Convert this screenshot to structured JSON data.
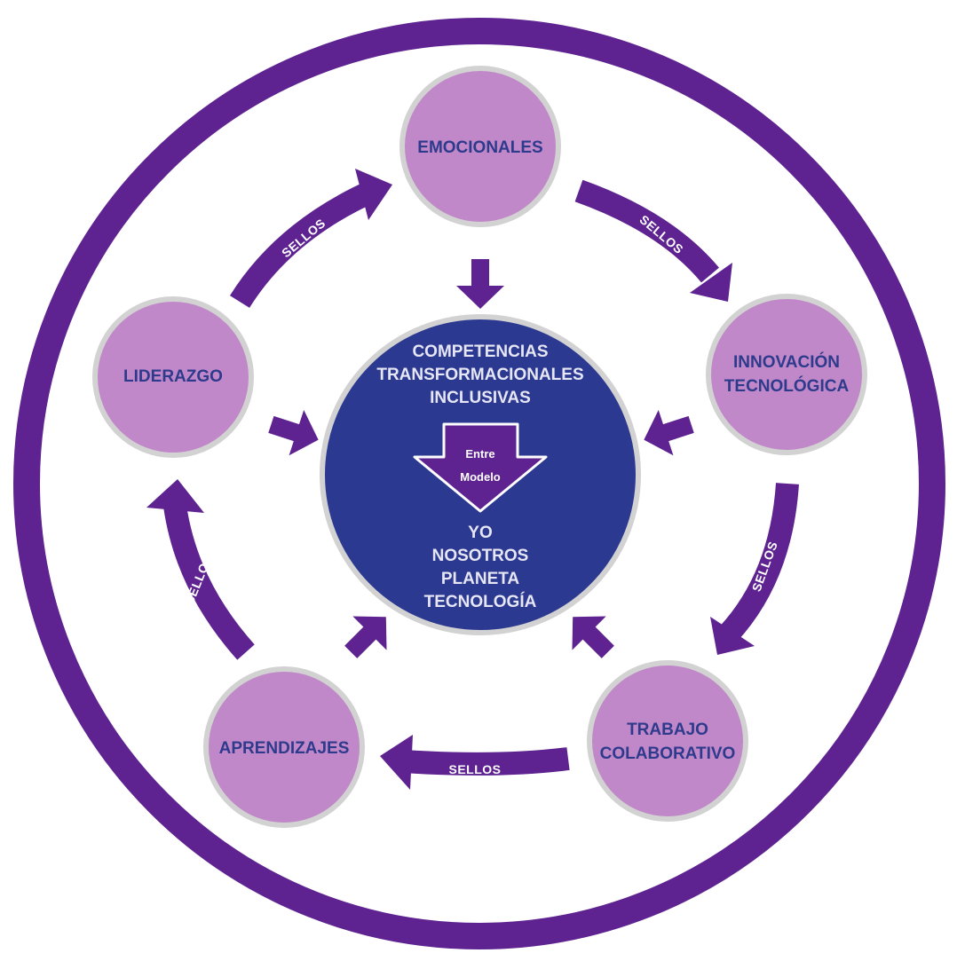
{
  "ring_title": "BIENESTAR SOCIAL Y EMOCIONAL",
  "center": {
    "title_lines": [
      "COMPETENCIAS",
      "TRANSFORMACIONALES",
      "INCLUSIVAS"
    ],
    "arrow_lines": [
      "Entre",
      "Modelo"
    ],
    "bottom_lines": [
      "YO",
      "NOSOTROS",
      "PLANETA",
      "TECNOLOGÍA"
    ]
  },
  "nodes": [
    {
      "id": "emocionales",
      "lines": [
        "EMOCIONALES"
      ]
    },
    {
      "id": "innovacion",
      "lines": [
        "INNOVACIÓN",
        "TECNOLÓGICA"
      ]
    },
    {
      "id": "trabajo",
      "lines": [
        "TRABAJO",
        "COLABORATIVO"
      ]
    },
    {
      "id": "aprendizajes",
      "lines": [
        "APRENDIZAJES"
      ]
    },
    {
      "id": "liderazgo",
      "lines": [
        "LIDERAZGO"
      ]
    }
  ],
  "connector_label": "SELLOS",
  "colors": {
    "ring": "#5e2390",
    "node_fill": "#c088c8",
    "node_border": "#d2d2d2",
    "node_text": "#2e3a8c",
    "center_fill": "#2c3990",
    "arrow": "#5e2390"
  }
}
